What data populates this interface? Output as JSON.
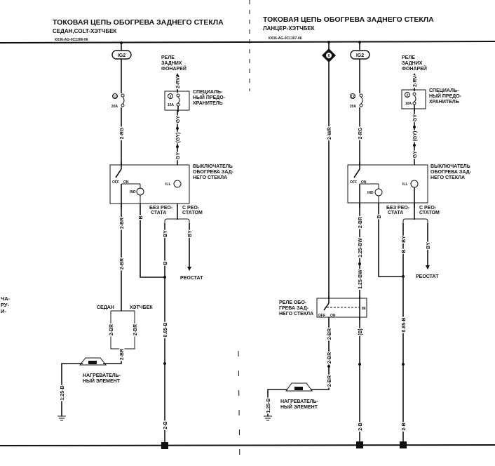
{
  "left": {
    "title": "ТОКОВАЯ ЦЕПЬ ОБОГРЕВА ЗАДНЕГО СТЕКЛА",
    "subtitle": "СЕДАН,COLT-ХЭТЧБЕК",
    "code": "КХ36-АG-0С1306-06",
    "ig2": "IG2",
    "fuse_no": "13",
    "fuse_rating": "20A",
    "relay_tail": [
      "РЕЛЕ",
      "ЗАДНИХ",
      "ФОНАРЕЙ"
    ],
    "special_fuse": [
      "СПЕЦИАЛЬ-",
      "НЫЙ ПРЕДО-",
      "ХРАНИТЕЛЬ"
    ],
    "sf_no": "2",
    "sf_rating": "10A",
    "switch_label": [
      "ВЫКЛЮЧАТЕЛЬ",
      "ОБОГРЕВА ЗАД-",
      "НЕГО СТЕКЛА"
    ],
    "off": "OFF",
    "on": "ON",
    "ind": "IND",
    "ill": "ILL",
    "no_rheo": [
      "БЕЗ РЕО-",
      "СТАТА"
    ],
    "with_rheo": [
      "С РЕО-",
      "СТАТОМ"
    ],
    "rheostat": "РЕОСТАТ",
    "sedan": "СЕДАН",
    "hatch": "ХЭТЧБЕК",
    "heater": [
      "НАГРЕВАТЕЛЬ-",
      "НЫЙ ЭЛЕМЕНТ"
    ],
    "fragment": [
      "ЧА-",
      "РУ-",
      "И-"
    ],
    "wires": {
      "rv": "2-RV",
      "gy1": "GY",
      "gy2": "(GY)",
      "gy3": "GY",
      "rg": "2-RG",
      "br1": "2-BR",
      "b1": "B",
      "by1": "BY",
      "by2": "BY",
      "b2": "B",
      "br2": "2-BR",
      "br3": "2-BR",
      "br4": "2-BR",
      "br5": "2-BR",
      "g125": "1.25-B",
      "g085": "0.85-B",
      "g2": "2-B"
    }
  },
  "right": {
    "title": "ТОКОВАЯ ЦЕПЬ ОБОГРЕВА ЗАДНЕГО СТЕКЛА",
    "subtitle": "ЛАНЦЕР-ХЭТЧБЕК",
    "code": "КХ36-АG-0С1307-06",
    "diamond": "6",
    "ig2": "IG2",
    "fuse_no": "13",
    "fuse_rating": "20A",
    "relay_tail": [
      "РЕЛЕ",
      "ЗАДНИХ",
      "ФОНАРЕЙ"
    ],
    "special_fuse": [
      "СПЕЦИАЛЬ-",
      "НЫЙ ПРЕДО-",
      "ХРАНИТЕЛЬ"
    ],
    "sf_no": "2",
    "sf_rating": "10A",
    "switch_label": [
      "ВЫКЛЮЧАТЕЛЬ",
      "ОБОГРЕВА ЗАД-",
      "НЕГО СТЕКЛА"
    ],
    "off": "OFF",
    "on": "ON",
    "ind": "IND",
    "ill": "ILL",
    "no_rheo": [
      "БЕЗ РЕО-",
      "СТАТА"
    ],
    "with_rheo": [
      "С РЕО-",
      "СТАТОМ"
    ],
    "rheostat": "РЕОСТАТ",
    "relay_label": [
      "РЕЛЕ ОБО-",
      "ГРЕВА ЗАД-",
      "НЕГО СТЕКЛА"
    ],
    "relay_off": "OFF",
    "relay_on": "ON",
    "relay_pin": "86",
    "heater": [
      "НАГРЕВАТЕЛЬ-",
      "НЫЙ ЭЛЕМЕНТ"
    ],
    "wires": {
      "wr": "2-WR",
      "rv": "2-RV",
      "gy1": "GY",
      "gy2": "(GY)",
      "gy3": "GY",
      "rg": "2-RG",
      "br1": "2-BR",
      "b1": "B",
      "by1": "BY",
      "by2": "BY",
      "b2": "B",
      "bw1": "1.25-BW",
      "bw2": "1.25-BW",
      "bp": "(B)",
      "br2": "2-BR",
      "br3": "2-BR",
      "br4": "2-BR",
      "g125": "1.25-B",
      "g085": "0.85-B",
      "g2a": "2-B",
      "g2b": "2-B"
    }
  }
}
